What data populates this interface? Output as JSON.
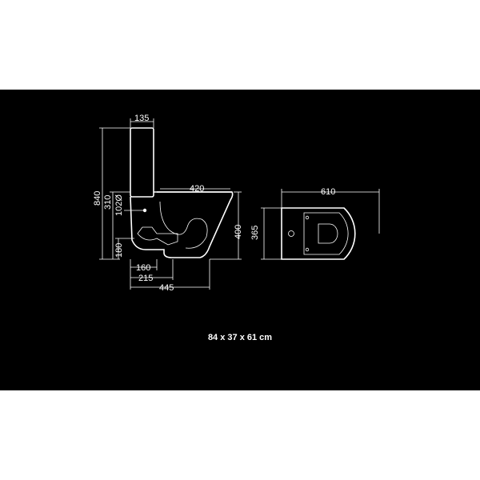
{
  "colors": {
    "background": "#000000",
    "outer_background": "#ffffff",
    "line": "#ffffff"
  },
  "side_view": {
    "dim_tank_width": "135",
    "dim_seat_length": "420",
    "dim_total_height": "840",
    "dim_height_310": "310",
    "dim_pipe_diameter": "102Ø",
    "dim_height_400": "400",
    "dim_height_180": "180",
    "dim_160": "160",
    "dim_215": "215",
    "dim_445": "445"
  },
  "top_view": {
    "dim_width": "610",
    "dim_height": "365"
  },
  "caption": "84 x 37 x 61 cm"
}
